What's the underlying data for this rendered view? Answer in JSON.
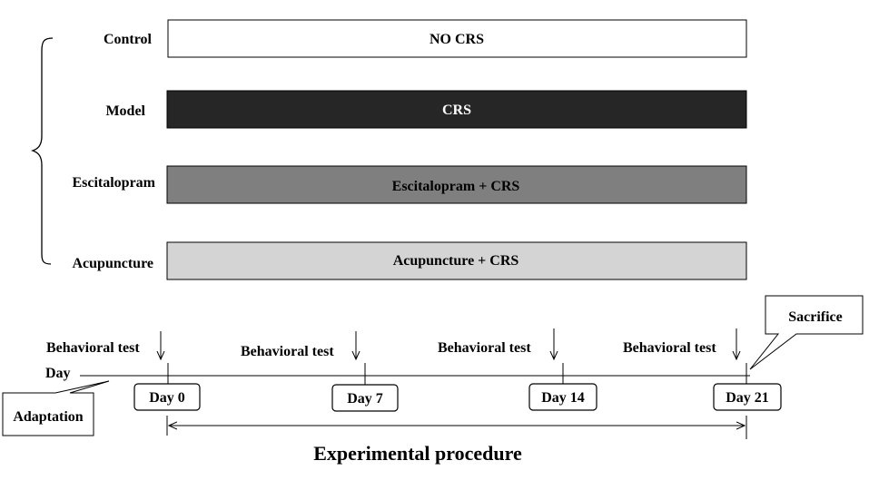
{
  "groups": [
    {
      "label": "Control",
      "bar_text": "NO CRS",
      "fill": "#ffffff",
      "text_color": "#000000"
    },
    {
      "label": "Model",
      "bar_text": "CRS",
      "fill": "#262626",
      "text_color": "#ffffff"
    },
    {
      "label": "Escitalopram",
      "bar_text": "Escitalopram  + CRS",
      "fill": "#7f7f7f",
      "text_color": "#000000"
    },
    {
      "label": "Acupuncture",
      "bar_text": "Acupuncture  + CRS",
      "fill": "#d4d4d4",
      "text_color": "#000000"
    }
  ],
  "timeline": {
    "axis_label": "Day",
    "days": [
      "Day 0",
      "Day 7",
      "Day 14",
      "Day 21"
    ],
    "behavioral_test_label": "Behavioral test",
    "adaptation_label": "Adaptation",
    "sacrifice_label": "Sacrifice",
    "procedure_label": "Experimental procedure"
  }
}
